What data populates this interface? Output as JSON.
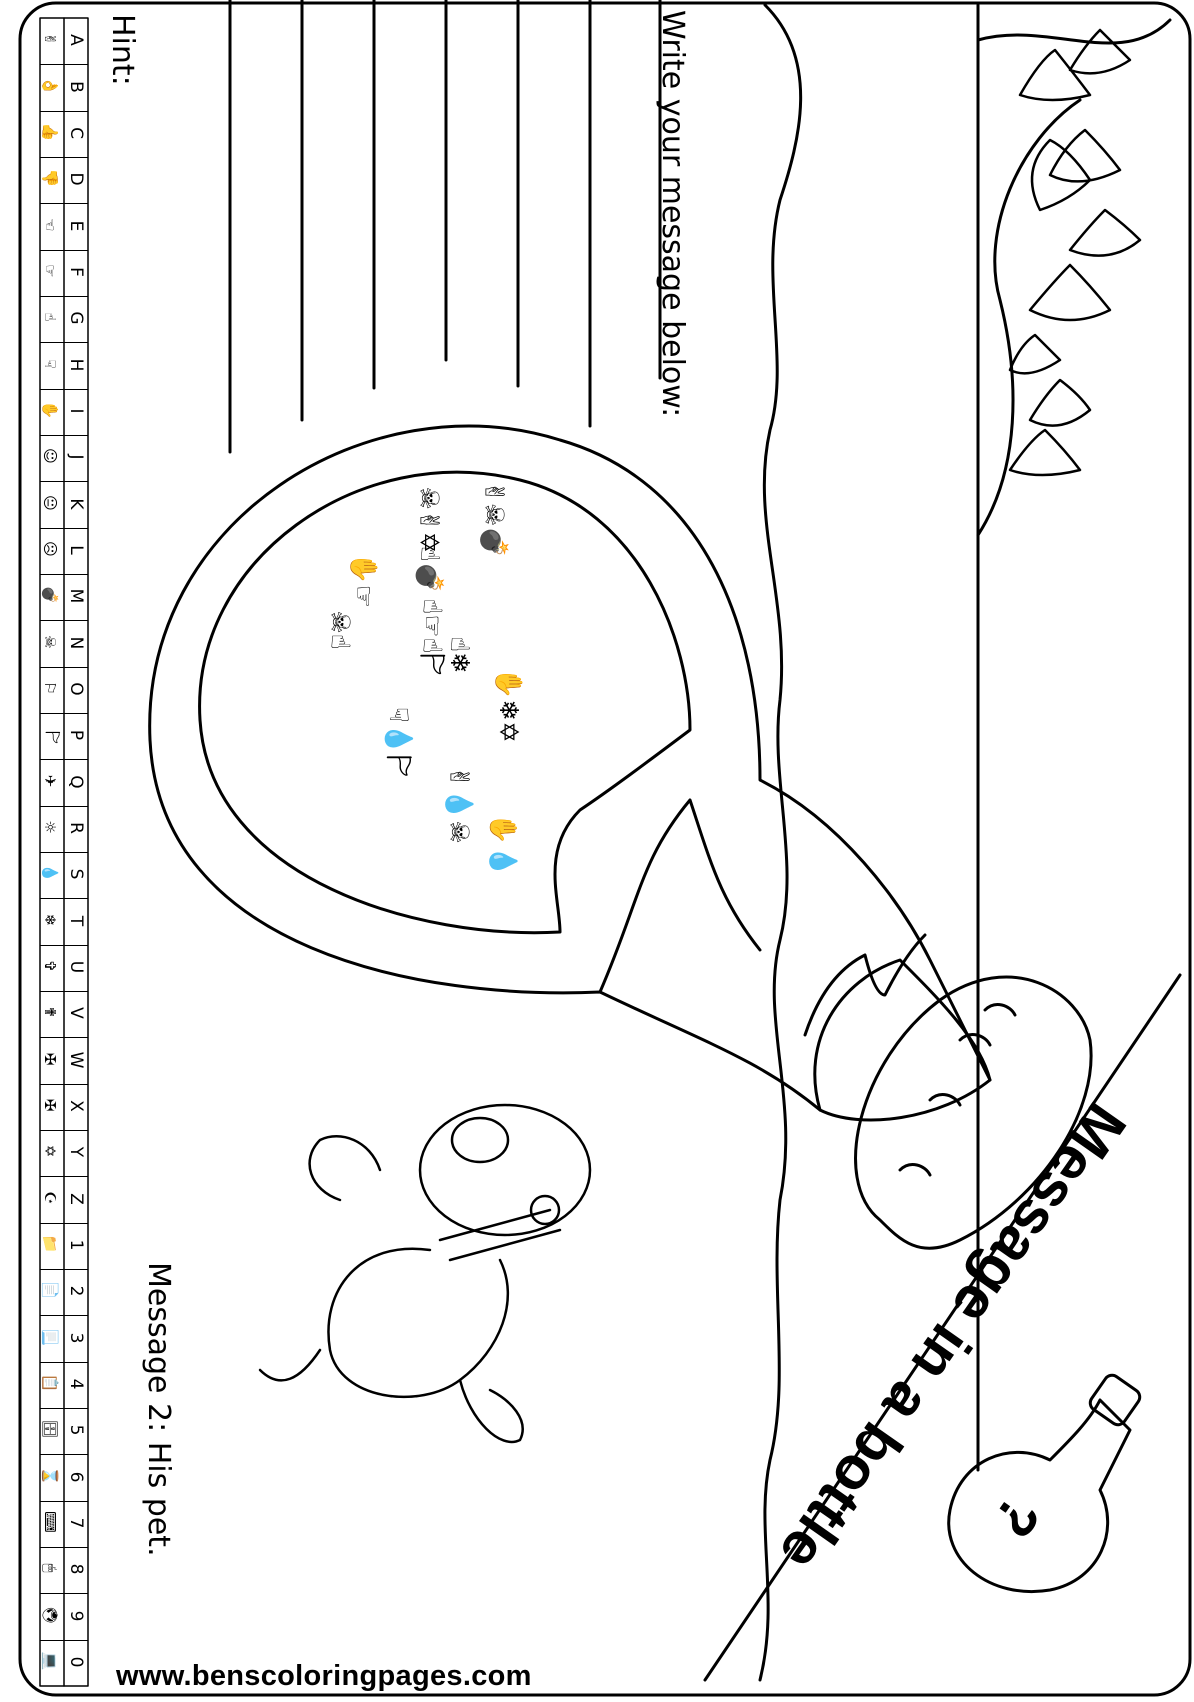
{
  "title": "Message in a bottle",
  "instruction": "Write your message below:",
  "hint_label": "Hint:",
  "message_label": "Message 2: His pet.",
  "website": "www.benscoloringpages.com",
  "bottle_mark": "?",
  "cipher_key": [
    {
      "char": "A",
      "symbol": "✌"
    },
    {
      "char": "B",
      "symbol": "👌"
    },
    {
      "char": "C",
      "symbol": "👍"
    },
    {
      "char": "D",
      "symbol": "👎"
    },
    {
      "char": "E",
      "symbol": "☜"
    },
    {
      "char": "F",
      "symbol": "☞"
    },
    {
      "char": "G",
      "symbol": "☝"
    },
    {
      "char": "H",
      "symbol": "☟"
    },
    {
      "char": "I",
      "symbol": "✋"
    },
    {
      "char": "J",
      "symbol": "☺"
    },
    {
      "char": "K",
      "symbol": "😐"
    },
    {
      "char": "L",
      "symbol": "☹"
    },
    {
      "char": "M",
      "symbol": "💣"
    },
    {
      "char": "N",
      "symbol": "☠"
    },
    {
      "char": "O",
      "symbol": "⚐"
    },
    {
      "char": "P",
      "symbol": "🏱"
    },
    {
      "char": "Q",
      "symbol": "✈"
    },
    {
      "char": "R",
      "symbol": "☼"
    },
    {
      "char": "S",
      "symbol": "💧"
    },
    {
      "char": "T",
      "symbol": "❄"
    },
    {
      "char": "U",
      "symbol": "✞"
    },
    {
      "char": "V",
      "symbol": "✟"
    },
    {
      "char": "W",
      "symbol": "✠"
    },
    {
      "char": "X",
      "symbol": "✠"
    },
    {
      "char": "Y",
      "symbol": "✡"
    },
    {
      "char": "Z",
      "symbol": "☪"
    },
    {
      "char": "1",
      "symbol": "📁"
    },
    {
      "char": "2",
      "symbol": "📄"
    },
    {
      "char": "3",
      "symbol": "📃"
    },
    {
      "char": "4",
      "symbol": "📋"
    },
    {
      "char": "5",
      "symbol": "🗄"
    },
    {
      "char": "6",
      "symbol": "⌛"
    },
    {
      "char": "7",
      "symbol": "⌨"
    },
    {
      "char": "8",
      "symbol": "🖱"
    },
    {
      "char": "9",
      "symbol": "🖲"
    },
    {
      "char": "0",
      "symbol": "💻"
    }
  ],
  "coded_message": [
    "✌☠💣",
    "☠✌✡",
    "☝💣",
    "✋☞",
    "☠☝",
    "☝☞☝🏱",
    "☝❄",
    "✋❄✡",
    "☟💧🏱",
    "✌💧☠",
    "✋💧"
  ]
}
